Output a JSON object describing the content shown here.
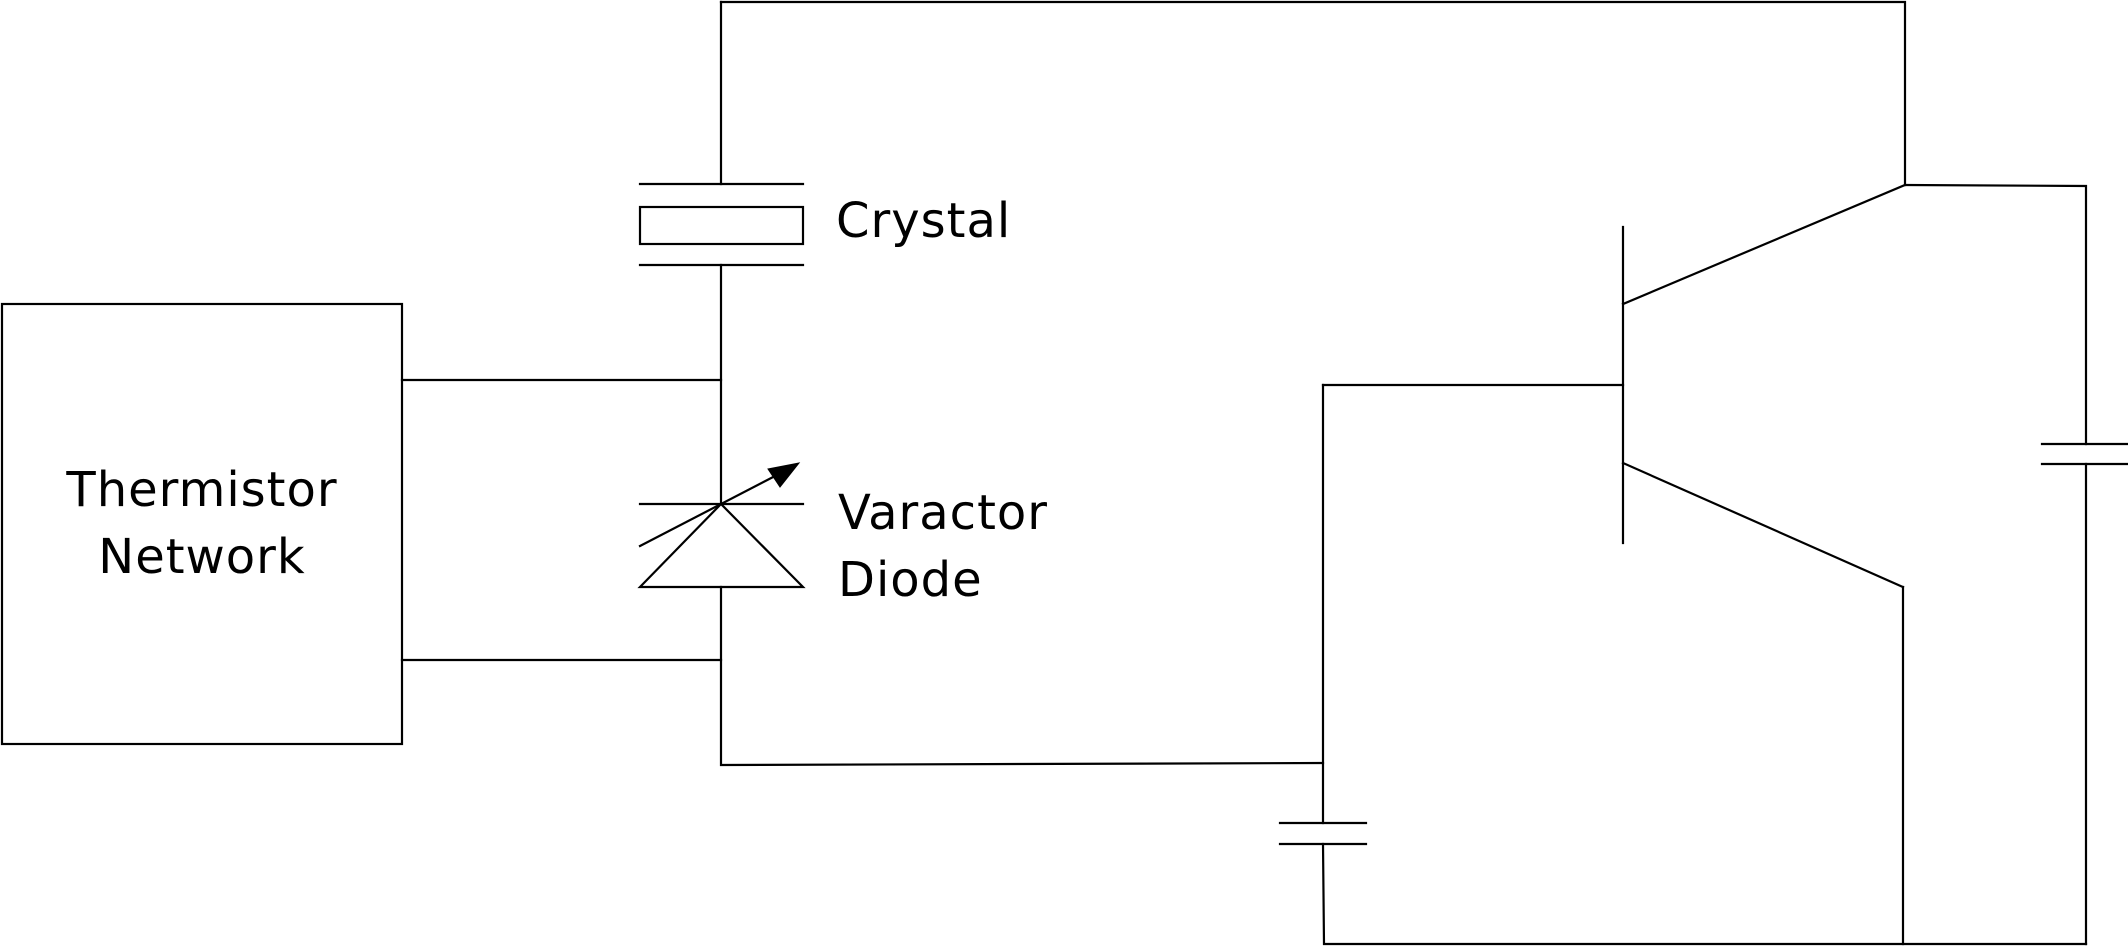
{
  "labels": {
    "thermistor_network": [
      "Thermistor",
      "Network"
    ],
    "crystal": "Crystal",
    "varactor_diode": [
      "Varactor",
      "Diode"
    ]
  },
  "colors": {
    "stroke": "#000000",
    "background": "#ffffff"
  }
}
